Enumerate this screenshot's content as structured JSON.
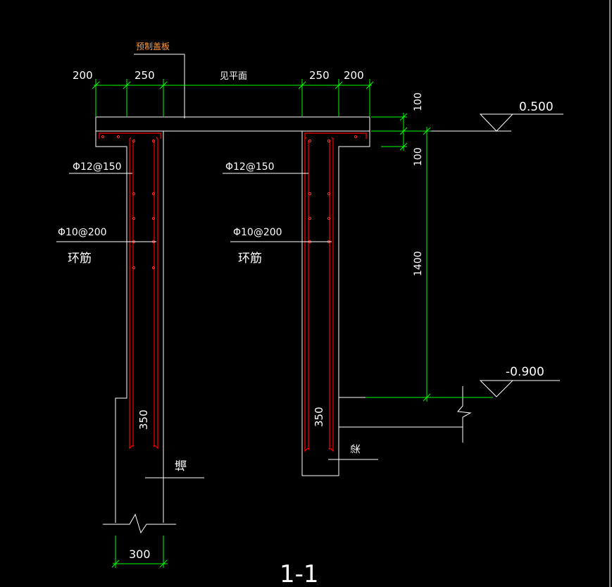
{
  "drawing": {
    "callout_precast_slab": "预制盖板",
    "dims_top": [
      "200",
      "250",
      "见平面",
      "250",
      "200"
    ],
    "dims_right": [
      "100",
      "100",
      "1400"
    ],
    "level_top": "0.500",
    "level_bottom": "-0.900",
    "rebar_main_left": "Φ12@150",
    "rebar_main_right": "Φ12@150",
    "rebar_stirrup_left": "Φ10@200",
    "rebar_stirrup_right": "Φ10@200",
    "stirrup_label_left": "环筋",
    "stirrup_label_right": "环筋",
    "width_left": "350",
    "width_right": "350",
    "label_wall": "墙",
    "label_beam": "梁",
    "dim_bottom": "300",
    "section_title": "1-1"
  },
  "colors": {
    "background": "#000000",
    "lines": "#ffffff",
    "dimensions": "#00ff00",
    "rebar": "#ff0000",
    "callout_text": "#ff9a3c"
  }
}
